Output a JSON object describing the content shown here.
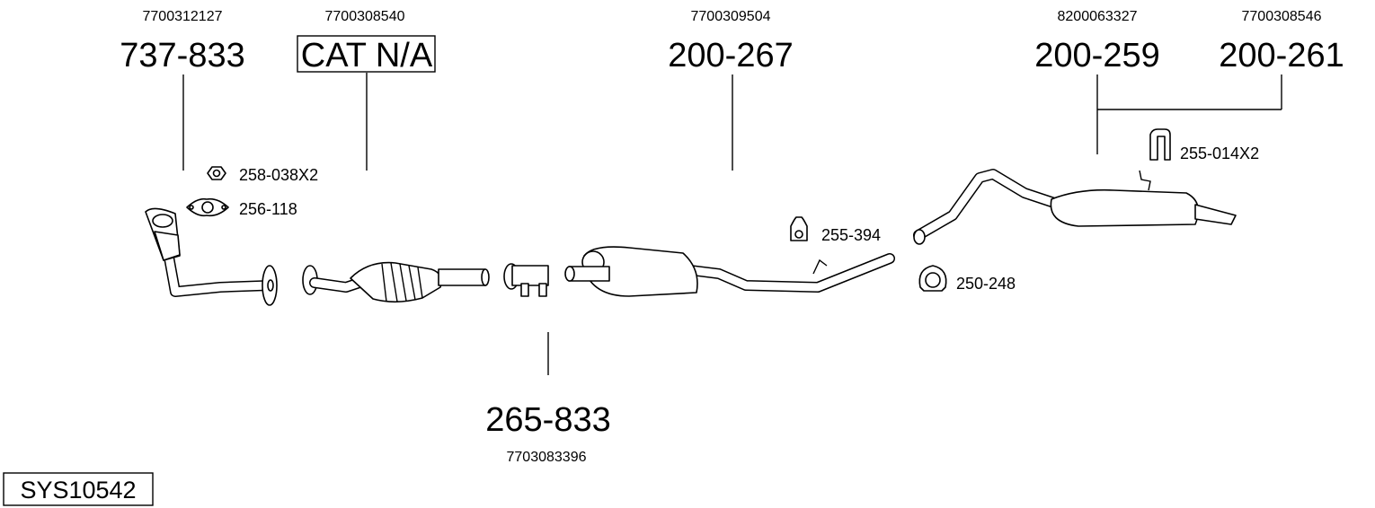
{
  "diagram_title": "SYS10542",
  "parts": [
    {
      "part_number": "737-833",
      "oe_number": "7700312127"
    },
    {
      "part_number": "CAT N/A",
      "oe_number": "7700308540"
    },
    {
      "part_number": "200-267",
      "oe_number": "7700309504"
    },
    {
      "part_number": "200-259",
      "oe_number": "8200063327"
    },
    {
      "part_number": "200-261",
      "oe_number": "7700308546"
    },
    {
      "part_number": "265-833",
      "oe_number": "7703083396"
    }
  ],
  "accessories": [
    {
      "part_number": "258-038X2",
      "icon": "nut-icon"
    },
    {
      "part_number": "256-118",
      "icon": "gasket-icon"
    },
    {
      "part_number": "255-394",
      "icon": "rubber-hanger-icon"
    },
    {
      "part_number": "250-248",
      "icon": "clamp-icon"
    },
    {
      "part_number": "255-014X2",
      "icon": "rubber-hanger-icon"
    }
  ]
}
